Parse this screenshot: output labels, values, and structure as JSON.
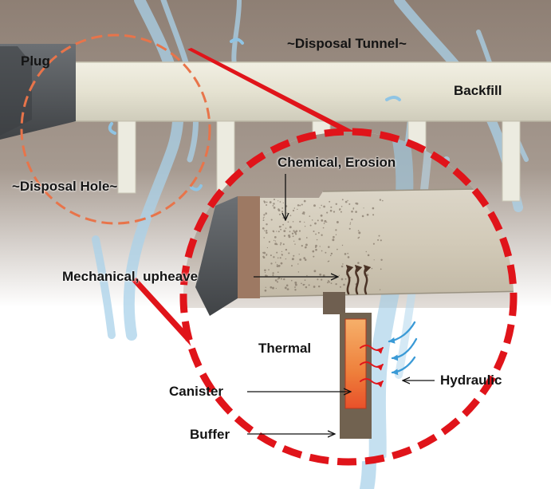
{
  "labels": {
    "plug": "Plug",
    "disposal_tunnel": "~Disposal Tunnel~",
    "backfill": "Backfill",
    "disposal_hole": "~Disposal Hole~",
    "chemical_erosion": "Chemical, Erosion",
    "mechanical_upheave": "Mechanical, upheave",
    "thermal": "Thermal",
    "canister": "Canister",
    "hydraulic": "Hydraulic",
    "buffer": "Buffer"
  },
  "colors": {
    "rock": "#8f8075",
    "tunnel": "#e6e3d2",
    "plug": "#56595c",
    "callout_red": "#e0141a",
    "dashed_orange": "#e8744a",
    "water_blue": "#a9d1ea",
    "canister_hot": "#f08a3a",
    "buffer_brown": "#6e5e4d"
  }
}
